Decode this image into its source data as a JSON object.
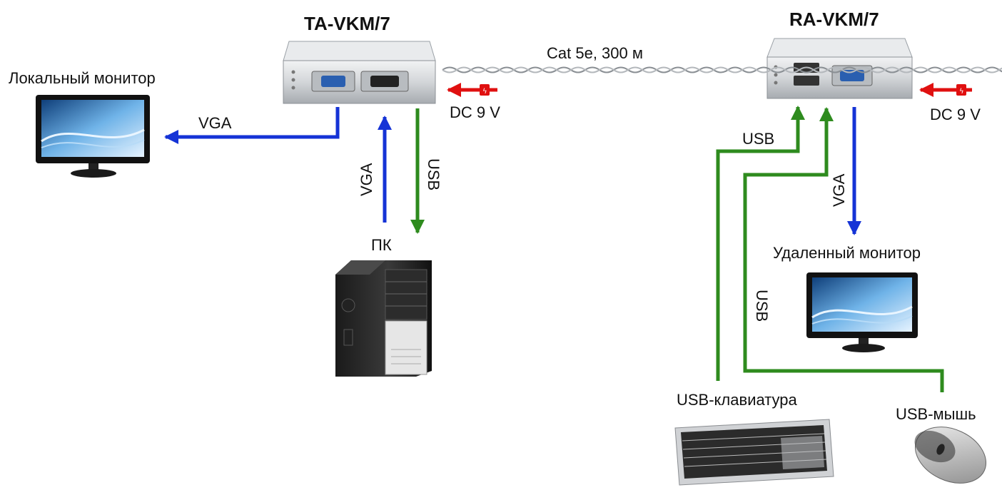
{
  "devices": {
    "transmitter": "TA-VKM/7",
    "receiver": "RA-VKM/7",
    "local_monitor": "Локальный монитор",
    "pc": "ПК",
    "remote_monitor": "Удаленный монитор",
    "keyboard": "USB-клавиатура",
    "mouse": "USB-мышь"
  },
  "links": {
    "cable": "Cat 5e,  300 м",
    "power_left": "DC 9 V",
    "power_right": "DC 9 V",
    "vga_local": "VGA",
    "vga_pc": "VGA",
    "usb_pc": "USB",
    "usb_keyboard": "USB",
    "usb_mouse": "USB",
    "vga_remote": "VGA"
  },
  "colors": {
    "vga": "#1533d6",
    "usb": "#2e8b1e",
    "power": "#e01010",
    "device_body": "#cfd2d6",
    "screen": "#2b6cb4"
  }
}
